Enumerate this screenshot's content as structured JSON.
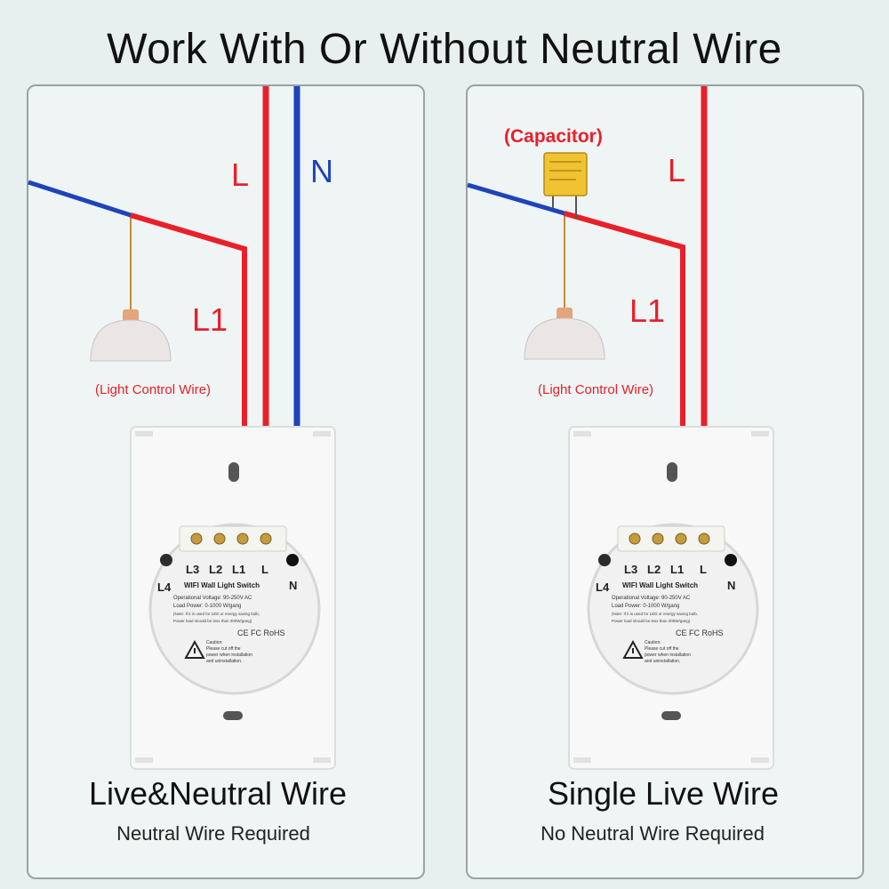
{
  "title": "Work With Or Without Neutral Wire",
  "colors": {
    "live": "#e8202a",
    "neutral": "#1f43b8",
    "capacitor": "#f1c232",
    "background": "#e7f0ef"
  },
  "left_panel": {
    "wire_labels": {
      "live": "L",
      "neutral": "N",
      "load": "L1"
    },
    "lamp_caption": "(Light Control Wire)",
    "heading": "Live&Neutral Wire",
    "subheading": "Neutral Wire Required"
  },
  "right_panel": {
    "capacitor_label": "(Capacitor)",
    "wire_labels": {
      "live": "L",
      "load": "L1"
    },
    "lamp_caption": "(Light Control Wire)",
    "heading": "Single Live Wire",
    "subheading": "No Neutral Wire Required"
  },
  "switch_module": {
    "terminals": [
      "L3",
      "L2",
      "L1",
      "L"
    ],
    "l4_label": "L4",
    "n_label": "N",
    "product_name": "WIFI Wall Light Switch",
    "spec_voltage": "Operational Voltage: 90-250V AC",
    "spec_power": "Load Power: 0-1000 W/gang",
    "note_line1": "(Note: If it is used for LED or energy saving bulb,",
    "note_line2": "Power load should be less than 300W/gang)",
    "cert_marks": "CE FC RoHS",
    "caution_title": "Caution:",
    "caution_line1": "Please cut off the",
    "caution_line2": "power when installation",
    "caution_line3": "and uninstallation."
  }
}
